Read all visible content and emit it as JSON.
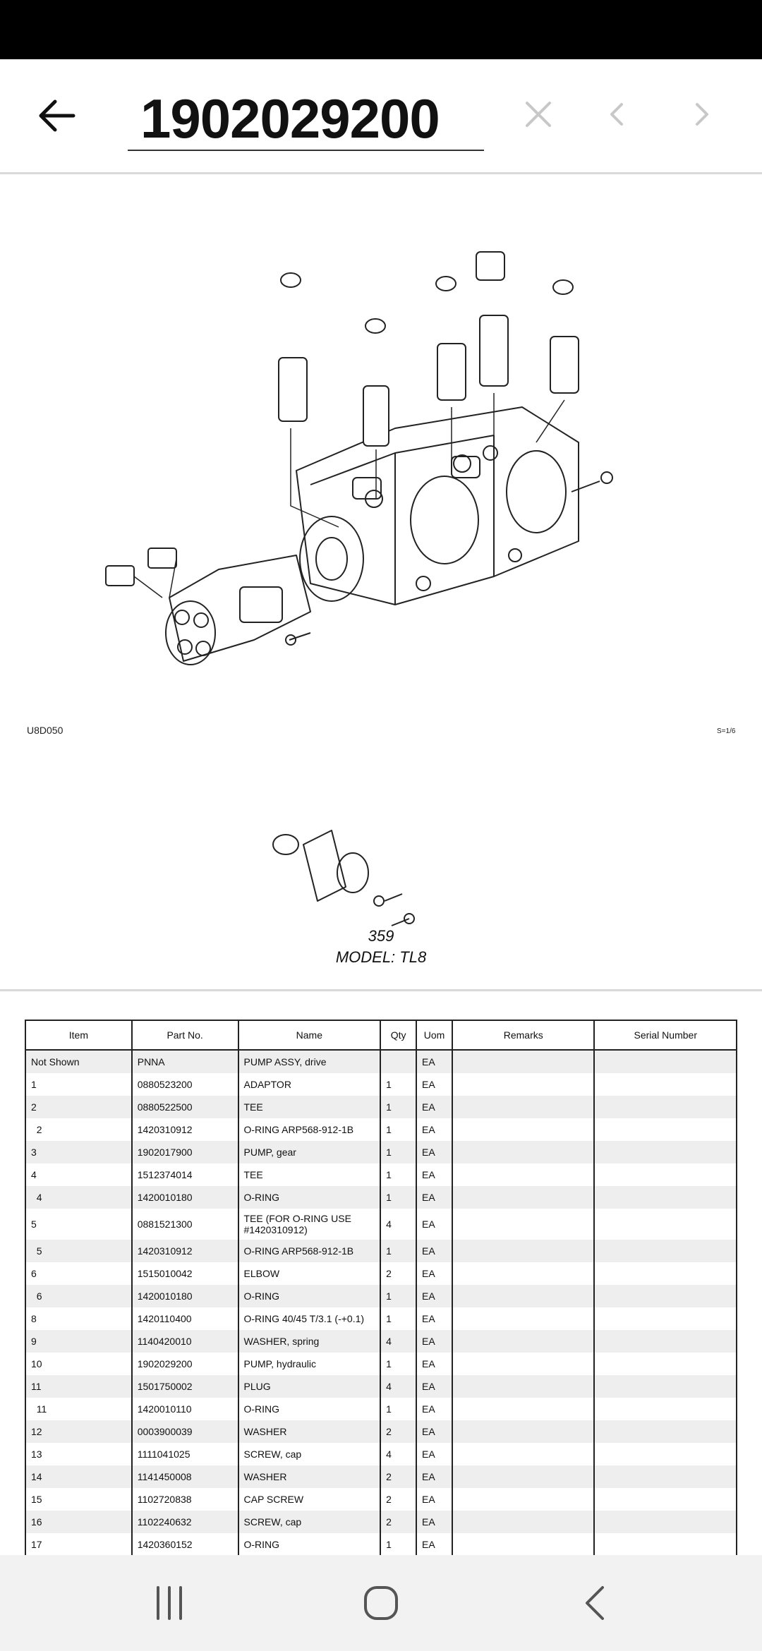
{
  "search": {
    "value": "1902029200"
  },
  "diagram": {
    "code": "U8D050",
    "scale": "S=1/6",
    "page": "359",
    "model": "MODEL: TL8"
  },
  "table": {
    "headers": [
      "Item",
      "Part No.",
      "Name",
      "Qty",
      "Uom",
      "Remarks",
      "Serial Number"
    ],
    "rows": [
      [
        "Not Shown",
        "PNNA",
        "PUMP ASSY, drive",
        "",
        "EA",
        "",
        ""
      ],
      [
        "1",
        "0880523200",
        "ADAPTOR",
        "1",
        "EA",
        "",
        ""
      ],
      [
        "2",
        "0880522500",
        "TEE",
        "1",
        "EA",
        "",
        ""
      ],
      [
        "  2",
        "1420310912",
        "O-RING ARP568-912-1B",
        "1",
        "EA",
        "",
        ""
      ],
      [
        "3",
        "1902017900",
        "PUMP, gear",
        "1",
        "EA",
        "",
        ""
      ],
      [
        "4",
        "1512374014",
        "TEE",
        "1",
        "EA",
        "",
        ""
      ],
      [
        "  4",
        "1420010180",
        "O-RING",
        "1",
        "EA",
        "",
        ""
      ],
      [
        "5",
        "0881521300",
        "TEE (FOR O-RING USE #1420310912)",
        "4",
        "EA",
        "",
        ""
      ],
      [
        "  5",
        "1420310912",
        "O-RING ARP568-912-1B",
        "1",
        "EA",
        "",
        ""
      ],
      [
        "6",
        "1515010042",
        "ELBOW",
        "2",
        "EA",
        "",
        ""
      ],
      [
        "  6",
        "1420010180",
        "O-RING",
        "1",
        "EA",
        "",
        ""
      ],
      [
        "8",
        "1420110400",
        "O-RING 40/45 T/3.1 (-+0.1)",
        "1",
        "EA",
        "",
        ""
      ],
      [
        "9",
        "1140420010",
        "WASHER, spring",
        "4",
        "EA",
        "",
        ""
      ],
      [
        "10",
        "1902029200",
        "PUMP, hydraulic",
        "1",
        "EA",
        "",
        ""
      ],
      [
        "11",
        "1501750002",
        "PLUG",
        "4",
        "EA",
        "",
        ""
      ],
      [
        "  11",
        "1420010110",
        "O-RING",
        "1",
        "EA",
        "",
        ""
      ],
      [
        "12",
        "0003900039",
        "WASHER",
        "2",
        "EA",
        "",
        ""
      ],
      [
        "13",
        "1111041025",
        "SCREW, cap",
        "4",
        "EA",
        "",
        ""
      ],
      [
        "14",
        "1141450008",
        "WASHER",
        "2",
        "EA",
        "",
        ""
      ],
      [
        "15",
        "1102720838",
        "CAP SCREW",
        "2",
        "EA",
        "",
        ""
      ],
      [
        "16",
        "1102240632",
        "SCREW, cap",
        "2",
        "EA",
        "",
        ""
      ],
      [
        "17",
        "1420360152",
        "O-RING",
        "1",
        "EA",
        "",
        ""
      ]
    ]
  }
}
